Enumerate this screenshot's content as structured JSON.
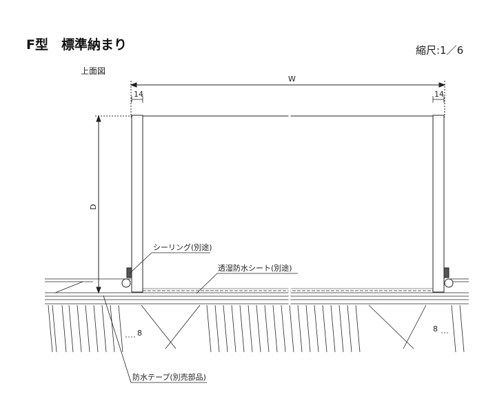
{
  "header": {
    "title": "F型　標準納まり",
    "scale": "縮尺:1／6",
    "view": "上面図"
  },
  "dimensions": {
    "width_label": "W",
    "depth_label": "D",
    "edge_left": "14",
    "edge_right": "14",
    "gap_left": "8",
    "gap_right": "8"
  },
  "callouts": {
    "sealing": "シーリング(別途)",
    "breathable_sheet": "透湿防水シート(別途)",
    "waterproof_tape": "防水テープ(別売部品)"
  }
}
